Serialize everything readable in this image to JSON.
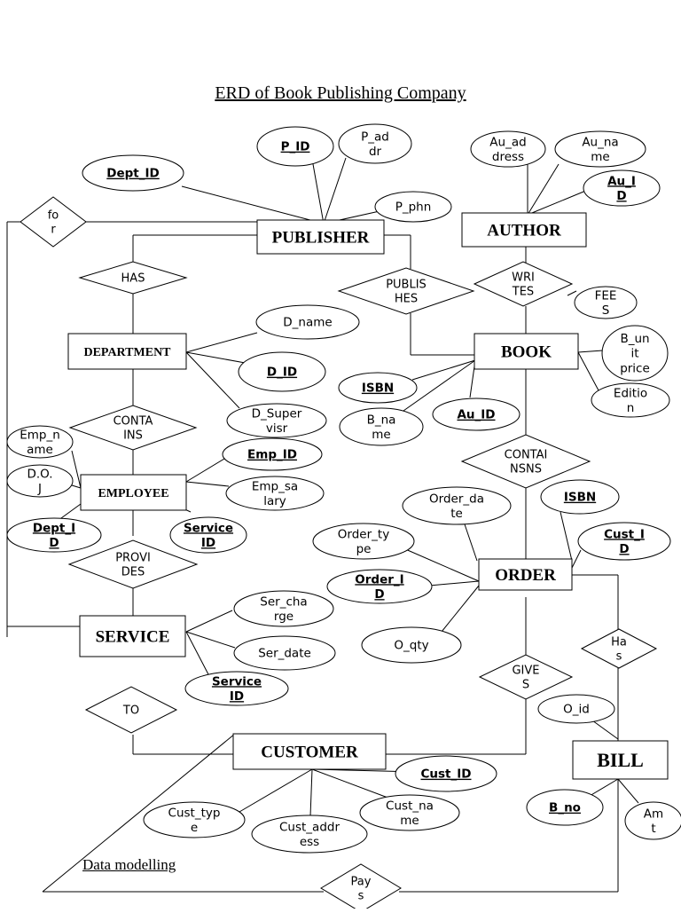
{
  "title": "ERD of Book Publishing Company",
  "footer": "Data modelling",
  "entities": {
    "publisher": "PUBLISHER",
    "author": "AUTHOR",
    "department": "DEPARTMENT",
    "book": "BOOK",
    "employee": "EMPLOYEE",
    "order": "ORDER",
    "service": "SERVICE",
    "customer": "CUSTOMER",
    "bill": "BILL"
  },
  "relationships": {
    "for": [
      "fo",
      "r"
    ],
    "has_dept": [
      "HAS"
    ],
    "publishes": [
      "PUBLIS",
      "HES"
    ],
    "writes": [
      "WRI",
      "TES"
    ],
    "contains_emp": [
      "CONTA",
      "INS"
    ],
    "contains_book": [
      "CONTAI",
      "NSNS"
    ],
    "provides": [
      "PROVI",
      "DES"
    ],
    "gives": [
      "GIVE",
      "S"
    ],
    "has_bill": [
      "Ha",
      "s"
    ],
    "to": [
      "TO"
    ],
    "pays": [
      "Pay",
      "s"
    ]
  },
  "attributes": {
    "p_id": [
      "P_ID"
    ],
    "p_addr": [
      "P_ad",
      "dr"
    ],
    "dept_id_pub": [
      "Dept_ID"
    ],
    "p_phn": [
      "P_phn"
    ],
    "au_address": [
      "Au_ad",
      "dress"
    ],
    "au_name": [
      "Au_na",
      "me"
    ],
    "au_id_author": [
      "Au_I",
      "D"
    ],
    "fees": [
      "FEE",
      "S"
    ],
    "d_name": [
      "D_name"
    ],
    "d_id": [
      "D_ID"
    ],
    "d_supervisor": [
      "D_Super",
      "visr"
    ],
    "isbn_book": [
      "ISBN"
    ],
    "b_name": [
      "B_na",
      "me"
    ],
    "au_id_book": [
      "Au_ID"
    ],
    "b_unit_price": [
      "B_un",
      "it",
      "price"
    ],
    "edition": [
      "Editio",
      "n"
    ],
    "emp_name": [
      "Emp_n",
      "ame"
    ],
    "dob": [
      "D.O.",
      "J"
    ],
    "emp_id": [
      "Emp_ID"
    ],
    "emp_salary": [
      "Emp_sa",
      "lary"
    ],
    "dept_id_emp": [
      "Dept_I",
      "D"
    ],
    "service_id_emp": [
      "Service",
      "ID"
    ],
    "order_date": [
      "Order_da",
      "te"
    ],
    "isbn_order": [
      "ISBN"
    ],
    "order_type": [
      "Order_ty",
      "pe"
    ],
    "cust_id_order": [
      "Cust_I",
      "D"
    ],
    "order_id": [
      "Order_I",
      "D"
    ],
    "o_qty": [
      "O_qty"
    ],
    "ser_charge": [
      "Ser_cha",
      "rge"
    ],
    "ser_date": [
      "Ser_date"
    ],
    "service_id_svc": [
      "Service",
      "ID"
    ],
    "o_id": [
      "O_id"
    ],
    "cust_id": [
      "Cust_ID"
    ],
    "cust_type": [
      "Cust_typ",
      "e"
    ],
    "cust_address": [
      "Cust_addr",
      "ess"
    ],
    "cust_name": [
      "Cust_na",
      "me"
    ],
    "b_no": [
      "B_no"
    ],
    "amt": [
      "Am",
      "t"
    ]
  }
}
